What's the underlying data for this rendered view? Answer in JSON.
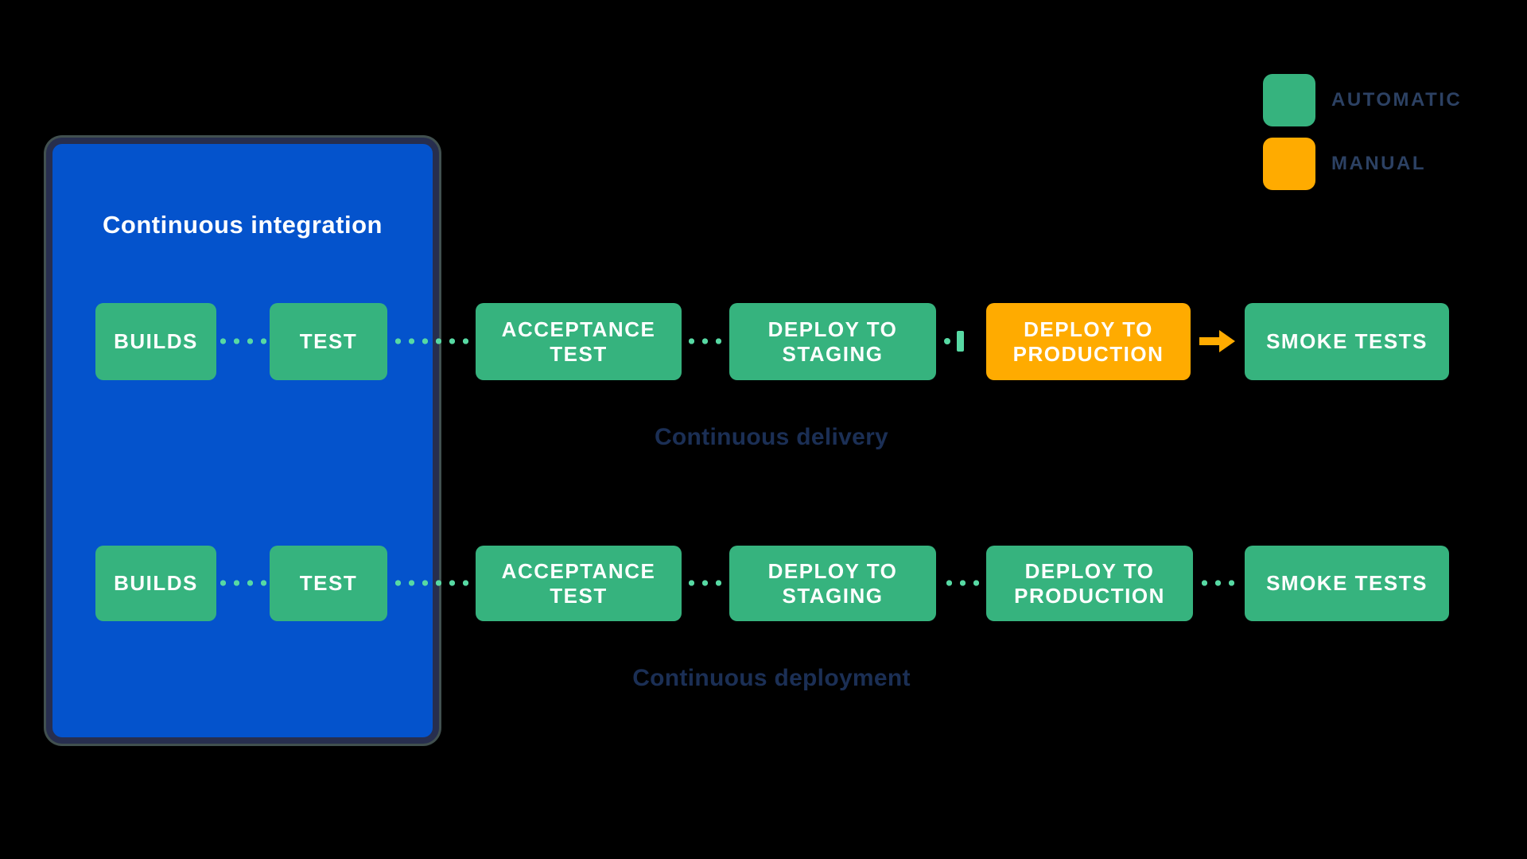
{
  "legend": {
    "items": [
      {
        "label": "AUTOMATIC",
        "type": "automatic",
        "color": "#36B37E"
      },
      {
        "label": "MANUAL",
        "type": "manual",
        "color": "#FFAB00"
      }
    ]
  },
  "ci": {
    "title": "Continuous integration"
  },
  "pipelines": {
    "delivery": {
      "caption": "Continuous delivery",
      "stages": [
        "BUILDS",
        "TEST",
        "ACCEPTANCE TEST",
        "DEPLOY TO STAGING",
        "DEPLOY TO PRODUCTION",
        "SMOKE TESTS"
      ],
      "stage_types": [
        "automatic",
        "automatic",
        "automatic",
        "automatic",
        "manual",
        "automatic"
      ]
    },
    "deployment": {
      "caption": "Continuous deployment",
      "stages": [
        "BUILDS",
        "TEST",
        "ACCEPTANCE TEST",
        "DEPLOY TO STAGING",
        "DEPLOY TO PRODUCTION",
        "SMOKE TESTS"
      ],
      "stage_types": [
        "automatic",
        "automatic",
        "automatic",
        "automatic",
        "automatic",
        "automatic"
      ]
    }
  },
  "colors": {
    "background": "#000000",
    "automatic_green": "#36B37E",
    "manual_orange": "#FFAB00",
    "ci_blue": "#0453CC",
    "ci_border_navy": "#272E4E",
    "connector_dot_green": "#57D9A3",
    "caption_navy": "#1B2F55",
    "legend_text_navy": "#2C4163",
    "stage_text": "#FFFFFF"
  }
}
